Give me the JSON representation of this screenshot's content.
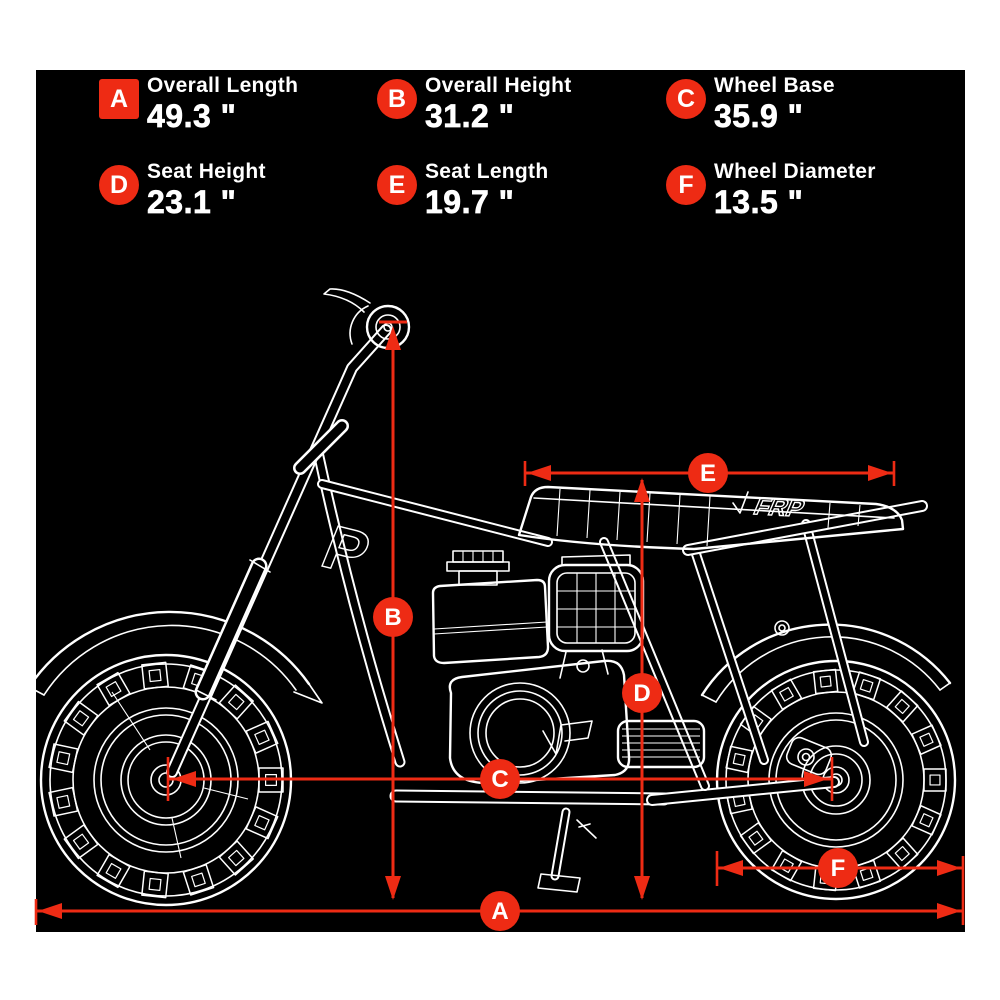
{
  "canvas": {
    "page_background": "#ffffff",
    "panel_background": "#000000"
  },
  "colors": {
    "accent_red": "#ee2b14",
    "line_white": "#ffffff",
    "text": "#ffffff"
  },
  "specs": [
    {
      "id": "A",
      "label": "Overall Length",
      "value": "49.3 \""
    },
    {
      "id": "B",
      "label": "Overall Height",
      "value": "31.2 \""
    },
    {
      "id": "C",
      "label": "Wheel Base",
      "value": "35.9 \""
    },
    {
      "id": "D",
      "label": "Seat Height",
      "value": "23.1 \""
    },
    {
      "id": "E",
      "label": "Seat Length",
      "value": "19.7 \""
    },
    {
      "id": "F",
      "label": "Wheel Diameter",
      "value": "13.5 \""
    }
  ],
  "diagram": {
    "seat_logo": "FRP",
    "frame_logo": "P"
  }
}
